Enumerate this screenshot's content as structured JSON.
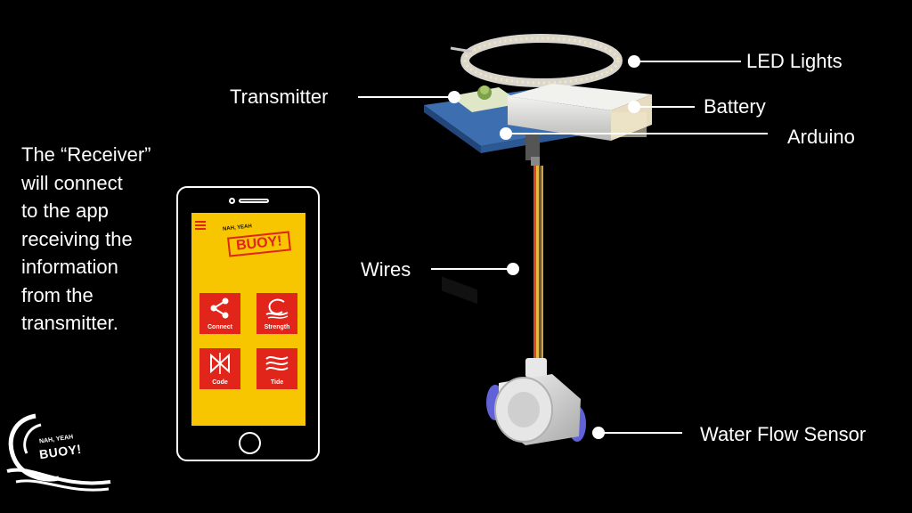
{
  "description_lines": [
    "The “Receiver”",
    "will connect",
    "to the app",
    "receiving the",
    "information",
    "from the",
    "transmitter."
  ],
  "components": {
    "led_lights": "LED Lights",
    "transmitter": "Transmitter",
    "battery": "Battery",
    "arduino": "Arduino",
    "wires": "Wires",
    "water_flow_sensor": "Water Flow Sensor"
  },
  "app": {
    "logo_small": "NAH, YEAH",
    "logo_big": "BUOY!",
    "tiles": [
      {
        "label": "Connect",
        "icon": "share-icon"
      },
      {
        "label": "Strength",
        "icon": "wave-swirl-icon"
      },
      {
        "label": "Code",
        "icon": "bowtie-icon"
      },
      {
        "label": "Tide",
        "icon": "waves-icon"
      }
    ]
  },
  "brand": {
    "small": "NAH, YEAH",
    "big": "BUOY!"
  },
  "colors": {
    "background": "#000000",
    "text": "#ffffff",
    "app_yellow": "#f7c600",
    "app_red": "#e1251b"
  }
}
